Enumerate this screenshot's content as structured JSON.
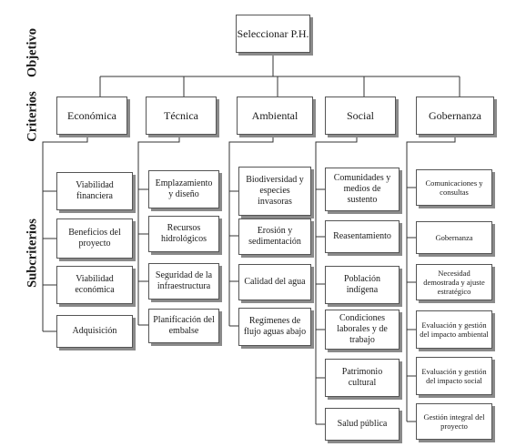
{
  "side_labels": {
    "objetivo": "Objetivo",
    "criterios": "Criterios",
    "subcriterios": "Subcriterios"
  },
  "goal": "Seleccionar P.H.",
  "criteria": [
    {
      "label": "Económica",
      "subcriteria": [
        "Viabilidad financiera",
        "Beneficios del proyecto",
        "Viabilidad económica",
        "Adquisición"
      ]
    },
    {
      "label": "Técnica",
      "subcriteria": [
        "Emplazamiento y diseño",
        "Recursos hidrológicos",
        "Seguridad de la infraestructura",
        "Planificación del embalse"
      ]
    },
    {
      "label": "Ambiental",
      "subcriteria": [
        "Biodiversidad y especies invasoras",
        "Erosión y sedimentación",
        "Calidad del agua",
        "Regímenes de flujo aguas abajo"
      ]
    },
    {
      "label": "Social",
      "subcriteria": [
        "Comunidades y medios de sustento",
        "Reasentamiento",
        "Población indígena",
        "Condiciones laborales y de trabajo",
        "Patrimonio cultural",
        "Salud pública"
      ]
    },
    {
      "label": "Gobernanza",
      "subcriteria": [
        "Comunicaciones y consultas",
        "Gobernanza",
        "Necesidad demostrada y ajuste estratégico",
        "Evaluación y gestión del impacto ambiental",
        "Evaluación y gestión del impacto social",
        "Gestión integral del proyecto"
      ]
    }
  ]
}
